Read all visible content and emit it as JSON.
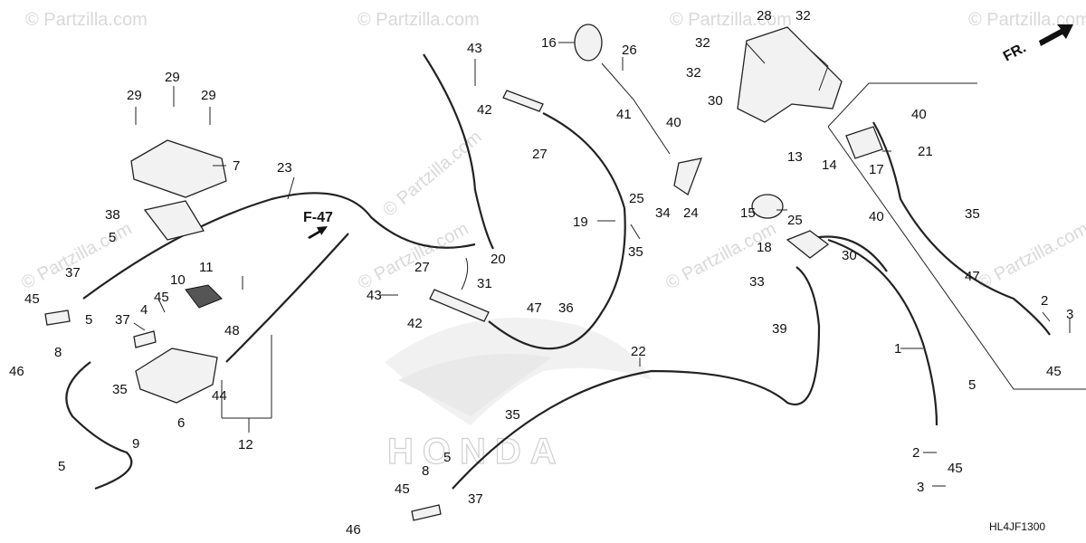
{
  "diagram": {
    "drawing_code": "HL4JF1300",
    "direction_label": "FR.",
    "page_ref": "F-47",
    "brand_watermark": "HONDA",
    "site_watermark": "© Partzilla.com",
    "colors": {
      "line": "#222222",
      "background": "#ffffff",
      "watermark": "#d9d9d9"
    },
    "callouts": [
      {
        "id": "c01",
        "text": "1"
      },
      {
        "id": "c02",
        "text": "2"
      },
      {
        "id": "c03",
        "text": "2"
      },
      {
        "id": "c04",
        "text": "3"
      },
      {
        "id": "c05",
        "text": "3"
      },
      {
        "id": "c06",
        "text": "4"
      },
      {
        "id": "c07",
        "text": "5"
      },
      {
        "id": "c08",
        "text": "5"
      },
      {
        "id": "c09",
        "text": "5"
      },
      {
        "id": "c10",
        "text": "5"
      },
      {
        "id": "c11",
        "text": "5"
      },
      {
        "id": "c12",
        "text": "6"
      },
      {
        "id": "c13",
        "text": "7"
      },
      {
        "id": "c14",
        "text": "8"
      },
      {
        "id": "c15",
        "text": "8"
      },
      {
        "id": "c16",
        "text": "9"
      },
      {
        "id": "c17",
        "text": "10"
      },
      {
        "id": "c18",
        "text": "11"
      },
      {
        "id": "c19",
        "text": "12"
      },
      {
        "id": "c20",
        "text": "13"
      },
      {
        "id": "c21",
        "text": "14"
      },
      {
        "id": "c22",
        "text": "15"
      },
      {
        "id": "c23",
        "text": "16"
      },
      {
        "id": "c24",
        "text": "17"
      },
      {
        "id": "c25",
        "text": "18"
      },
      {
        "id": "c26",
        "text": "19"
      },
      {
        "id": "c27",
        "text": "20"
      },
      {
        "id": "c28",
        "text": "21"
      },
      {
        "id": "c29",
        "text": "22"
      },
      {
        "id": "c30",
        "text": "23"
      },
      {
        "id": "c31",
        "text": "24"
      },
      {
        "id": "c32",
        "text": "25"
      },
      {
        "id": "c33",
        "text": "25"
      },
      {
        "id": "c34",
        "text": "26"
      },
      {
        "id": "c35",
        "text": "27"
      },
      {
        "id": "c36",
        "text": "27"
      },
      {
        "id": "c37",
        "text": "28"
      },
      {
        "id": "c38",
        "text": "29"
      },
      {
        "id": "c39",
        "text": "29"
      },
      {
        "id": "c40",
        "text": "29"
      },
      {
        "id": "c41",
        "text": "30"
      },
      {
        "id": "c42",
        "text": "30"
      },
      {
        "id": "c43",
        "text": "31"
      },
      {
        "id": "c44",
        "text": "32"
      },
      {
        "id": "c45",
        "text": "32"
      },
      {
        "id": "c46",
        "text": "32"
      },
      {
        "id": "c47",
        "text": "33"
      },
      {
        "id": "c48",
        "text": "34"
      },
      {
        "id": "c49",
        "text": "35"
      },
      {
        "id": "c50",
        "text": "35"
      },
      {
        "id": "c51",
        "text": "35"
      },
      {
        "id": "c52",
        "text": "35"
      },
      {
        "id": "c53",
        "text": "36"
      },
      {
        "id": "c54",
        "text": "37"
      },
      {
        "id": "c55",
        "text": "37"
      },
      {
        "id": "c56",
        "text": "37"
      },
      {
        "id": "c57",
        "text": "38"
      },
      {
        "id": "c58",
        "text": "39"
      },
      {
        "id": "c59",
        "text": "40"
      },
      {
        "id": "c60",
        "text": "40"
      },
      {
        "id": "c61",
        "text": "40"
      },
      {
        "id": "c62",
        "text": "41"
      },
      {
        "id": "c63",
        "text": "42"
      },
      {
        "id": "c64",
        "text": "42"
      },
      {
        "id": "c65",
        "text": "43"
      },
      {
        "id": "c66",
        "text": "43"
      },
      {
        "id": "c67",
        "text": "44"
      },
      {
        "id": "c68",
        "text": "45"
      },
      {
        "id": "c69",
        "text": "45"
      },
      {
        "id": "c70",
        "text": "45"
      },
      {
        "id": "c71",
        "text": "45"
      },
      {
        "id": "c72",
        "text": "45"
      },
      {
        "id": "c73",
        "text": "46"
      },
      {
        "id": "c74",
        "text": "46"
      },
      {
        "id": "c75",
        "text": "47"
      },
      {
        "id": "c76",
        "text": "47"
      },
      {
        "id": "c77",
        "text": "48"
      }
    ]
  }
}
